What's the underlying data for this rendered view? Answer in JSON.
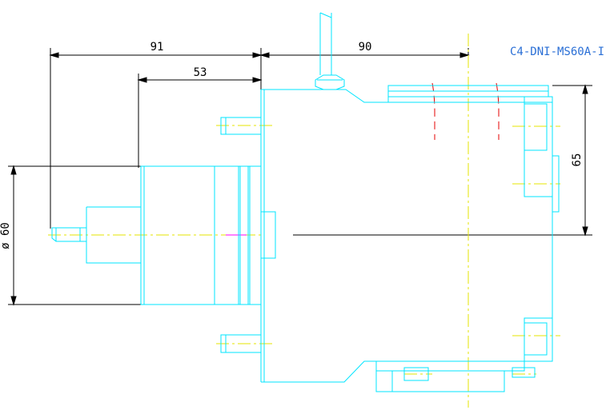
{
  "drawing": {
    "title_label": "C4-DNI-MS60A-I",
    "dimensions": {
      "overall_length": "91",
      "body_length": "53",
      "right_length": "90",
      "height": "65",
      "diameter": "ø 60"
    }
  },
  "colors": {
    "background": "#ffffff",
    "outline": "#00e5ff",
    "dimension": "#000000",
    "centerline": "#e6e600",
    "hidden_red": "#e60000",
    "title": "#2a6fd6",
    "accent_magenta": "#ff00ff"
  }
}
